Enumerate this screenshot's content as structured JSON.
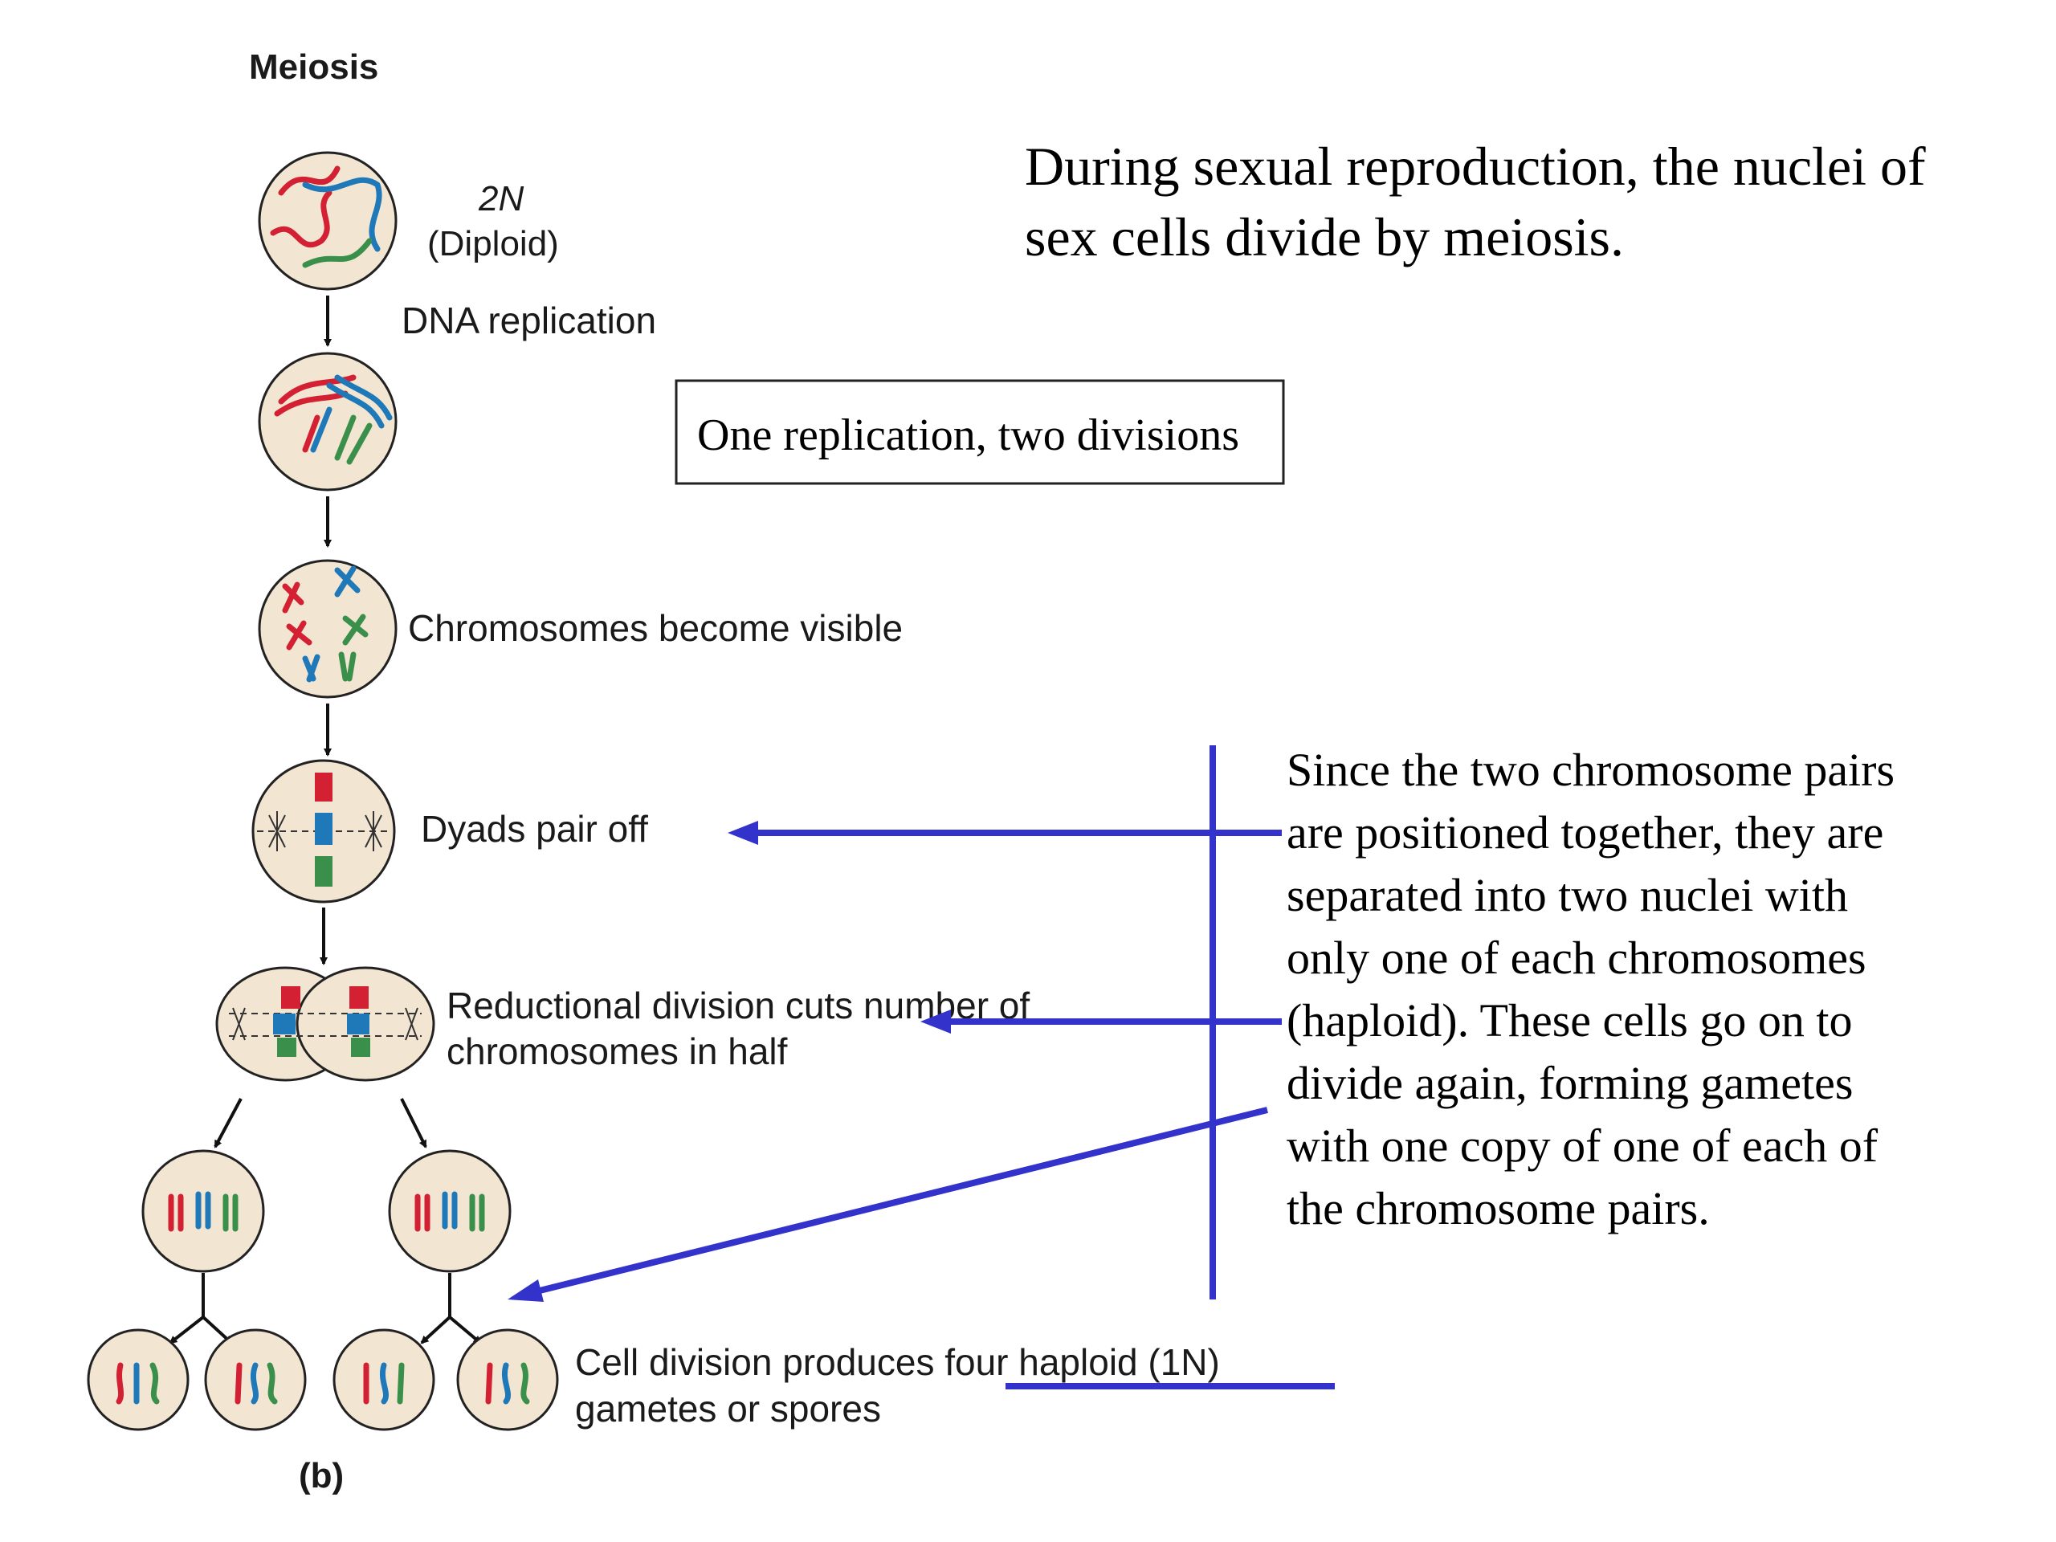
{
  "diagram": {
    "title": "Meiosis",
    "stage_labels": {
      "diploid_n": "2N",
      "diploid_word": "(Diploid)",
      "dna_replication": "DNA replication",
      "chromosomes_visible": "Chromosomes become visible",
      "dyads_pair": "Dyads pair off",
      "reductional_line1": "Reductional division cuts number of",
      "reductional_line2": "chromosomes in half",
      "cell_division_line1": "Cell division produces four haploid (1N)",
      "cell_division_line2": "gametes or spores"
    },
    "panel_label": "(b)"
  },
  "slide_text": {
    "intro_line1": "During sexual reproduction, the nuclei of",
    "intro_line2": "sex cells divide by meiosis.",
    "box_label": "One replication, two divisions",
    "explanation_lines": [
      "Since the two chromosome pairs",
      "are positioned together, they are",
      "separated into two nuclei with",
      "only one of each chromosomes",
      "(haploid).  These cells go on to",
      "divide again, forming gametes",
      "with one copy of one of each of",
      "the chromosome pairs."
    ]
  },
  "colors": {
    "annotation_blue": "#3333cc",
    "chromosome_red": "#d32033",
    "chromosome_blue": "#1f78b8",
    "chromosome_green": "#3a8f4b",
    "cell_fill": "#f2e6d3"
  }
}
